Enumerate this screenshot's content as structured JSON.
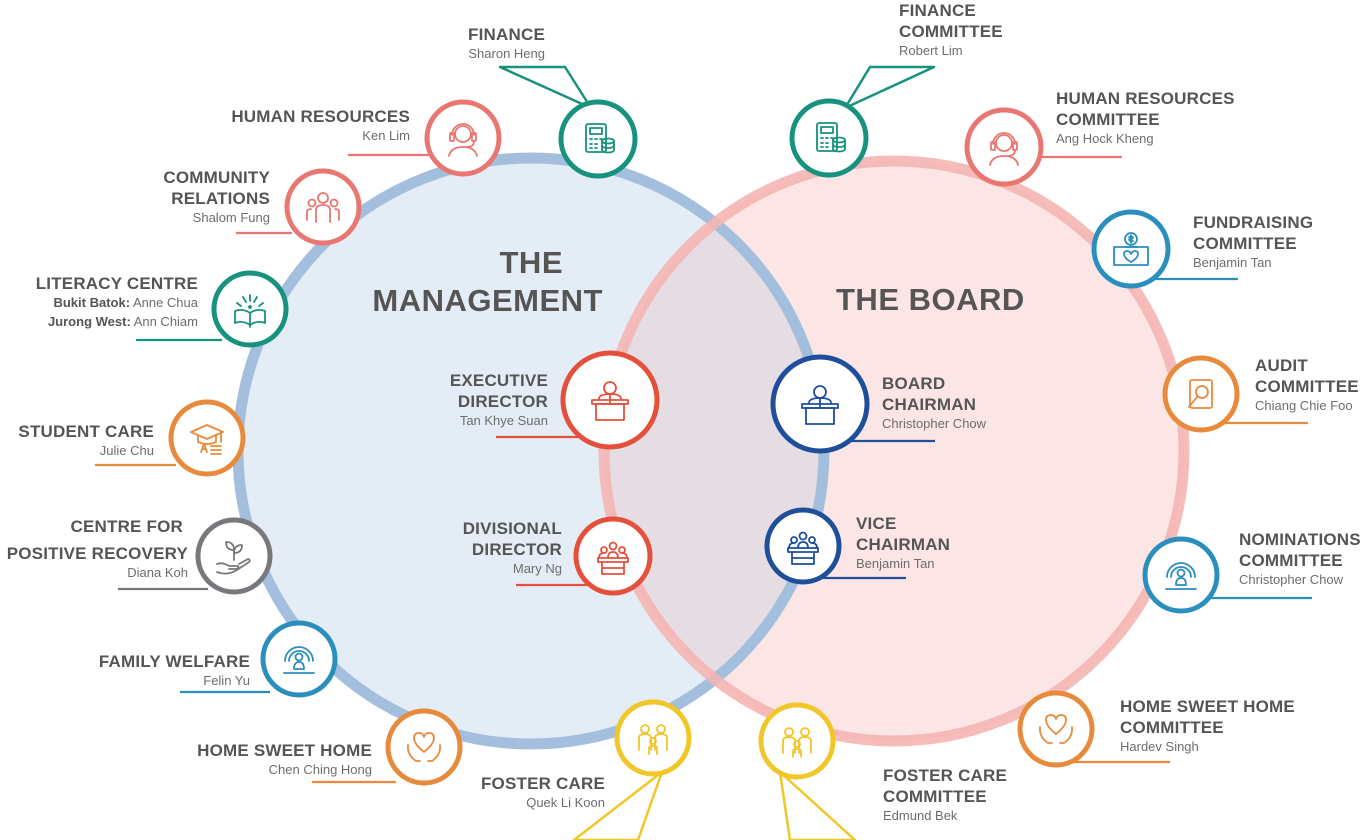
{
  "management": {
    "title_line1": "THE",
    "title_line2": "MANAGEMENT",
    "executive_director": {
      "title_line1": "EXECUTIVE",
      "title_line2": "DIRECTOR",
      "name": "Tan Khye Suan"
    },
    "divisional_director": {
      "title_line1": "DIVISIONAL",
      "title_line2": "DIRECTOR",
      "name": "Mary Ng"
    },
    "finance": {
      "title": "FINANCE",
      "name": "Sharon Heng"
    },
    "human_resources": {
      "title": "HUMAN RESOURCES",
      "name": "Ken Lim"
    },
    "community_relations": {
      "title_line1": "COMMUNITY",
      "title_line2": "RELATIONS",
      "name": "Shalom Fung"
    },
    "literacy_centre": {
      "title": "LITERACY CENTRE",
      "row1_label": "Bukit Batok:",
      "row1_name": "Anne Chua",
      "row2_label": "Jurong West:",
      "row2_name": "Ann Chiam"
    },
    "student_care": {
      "title": "STUDENT CARE",
      "name": "Julie Chu"
    },
    "positive_recovery": {
      "title_line1": "CENTRE FOR",
      "title_line2": "POSITIVE RECOVERY",
      "name": "Diana Koh"
    },
    "family_welfare": {
      "title": "FAMILY WELFARE",
      "name": "Felin Yu"
    },
    "home_sweet_home": {
      "title": "HOME SWEET HOME",
      "name": "Chen Ching Hong"
    },
    "foster_care": {
      "title": "FOSTER CARE",
      "name": "Quek Li Koon"
    }
  },
  "board": {
    "title": "THE BOARD",
    "chairman": {
      "title_line1": "BOARD",
      "title_line2": "CHAIRMAN",
      "name": "Christopher Chow"
    },
    "vice_chairman": {
      "title_line1": "VICE",
      "title_line2": "CHAIRMAN",
      "name": "Benjamin Tan"
    },
    "finance_committee": {
      "title_line1": "FINANCE",
      "title_line2": "COMMITTEE",
      "name": "Robert Lim"
    },
    "hr_committee": {
      "title_line1": "HUMAN RESOURCES",
      "title_line2": "COMMITTEE",
      "name": "Ang Hock Kheng"
    },
    "fundraising_committee": {
      "title_line1": "FUNDRAISING",
      "title_line2": "COMMITTEE",
      "name": "Benjamin Tan"
    },
    "audit_committee": {
      "title_line1": "AUDIT",
      "title_line2": "COMMITTEE",
      "name": "Chiang Chie Foo"
    },
    "nominations_committee": {
      "title_line1": "NOMINATIONS",
      "title_line2": "COMMITTEE",
      "name": "Christopher Chow"
    },
    "home_sweet_home_committee": {
      "title_line1": "HOME SWEET HOME",
      "title_line2": "COMMITTEE",
      "name": "Hardev Singh"
    },
    "foster_care_committee": {
      "title_line1": "FOSTER CARE",
      "title_line2": "COMMITTEE",
      "name": "Edmund Bek"
    }
  },
  "colors": {
    "management_ring": "#a4bfdd",
    "management_fill": "#e4edf6",
    "board_ring": "#f4b5b2",
    "board_fill": "#fbe6e5",
    "overlap_fill": "#e5dde3",
    "red": "#e4503c",
    "salmon": "#e97670",
    "teal": "#16927e",
    "orange": "#e88a3c",
    "grey": "#77777c",
    "blue": "#2a8fbd",
    "yellow": "#f1c628",
    "navy": "#1f4f9b"
  },
  "icons": [
    "calculator-icon",
    "headset-icon",
    "group-icon",
    "book-icon",
    "graduation-icon",
    "plant-hand-icon",
    "family-icon",
    "heart-hands-icon",
    "parents-child-icon",
    "podium-icon",
    "meeting-icon",
    "donation-box-icon",
    "magnifier-icon"
  ]
}
